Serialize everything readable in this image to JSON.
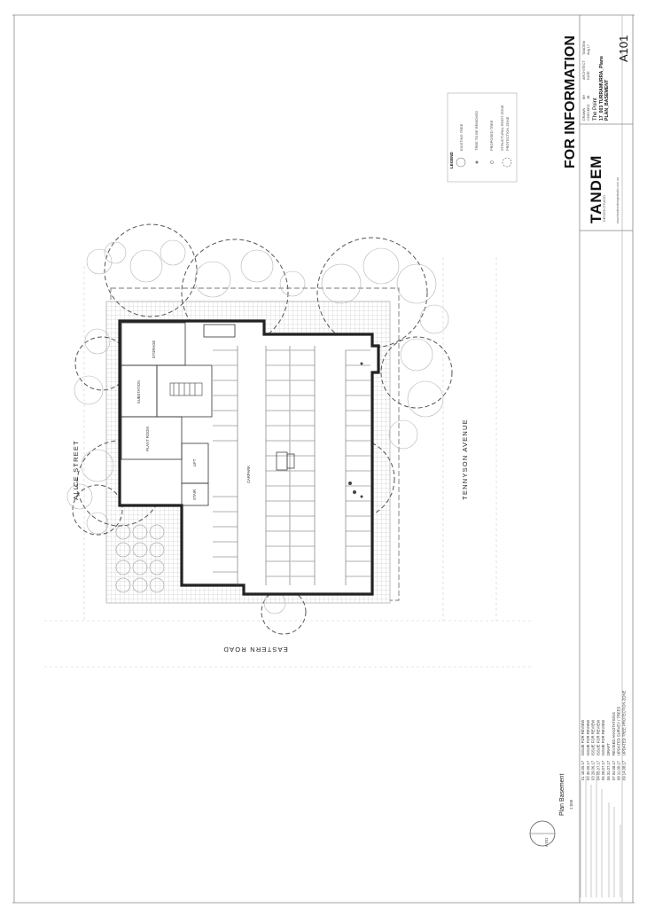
{
  "title_block": {
    "status": "FOR INFORMATION",
    "firm": "TANDEM",
    "firm_sub": "DESIGN STUDIO",
    "web": "www.tandemdesignstudio.com.au",
    "drawn_label": "DRAWN",
    "drawn_value": "BH",
    "checked_label": "CHECKED",
    "checked_value": "JB",
    "architect_label": "ARCHITECT",
    "architect_value": "TANDEM",
    "date_label": "DATE",
    "date_value": "Aug 17",
    "client": "The Point",
    "project": "17_003 TURRAMURRA_Plans",
    "sheet_title": "PLAN_BASEMENT",
    "drawing_number": "A101"
  },
  "legend": {
    "heading": "LEGEND",
    "items": [
      {
        "label": "EXISTING TREE"
      },
      {
        "label": "TREE TO BE REMOVED"
      },
      {
        "label": "PROPOSED TREE"
      },
      {
        "label": "STRUCTURAL ROOT ZONE"
      },
      {
        "label": "PROTECTION ZONE"
      }
    ]
  },
  "streets": {
    "north": "ALICE STREET",
    "east": "TENNYSON AVENUE",
    "south": "EASTERN ROAD"
  },
  "rooms": {
    "storage": "STORAGE",
    "substation": "SUBSTATION",
    "plant": "PLANT ROOM",
    "carpark": "CARPARK",
    "lift": "LIFT",
    "stair": "STAIR"
  },
  "plan_label": {
    "title": "Plan Basement",
    "scale": "1:500",
    "ref": "A101"
  },
  "revisions": [
    {
      "rev": "01",
      "date": "18.05.17",
      "desc": "ISSUE FOR REVIEW"
    },
    {
      "rev": "02",
      "date": "30.05.17",
      "desc": "ISSUE FOR REVIEW"
    },
    {
      "rev": "03",
      "date": "29.06.17",
      "desc": "ISSUE FOR REVIEW"
    },
    {
      "rev": "04",
      "date": "05.07.17",
      "desc": "ISSUE FOR REVIEW"
    },
    {
      "rev": "05",
      "date": "28.07.17",
      "desc": "ISSUE FOR REVIEW"
    },
    {
      "rev": "06",
      "date": "31.07.17",
      "desc": "DRAFT"
    },
    {
      "rev": "07",
      "date": "04.08.17",
      "desc": "REVISED ANNOTATIONS"
    },
    {
      "rev": "08",
      "date": "11.08.17",
      "desc": "UPDATED SURVEY / TREES"
    },
    {
      "rev": "09",
      "date": "14.08.17",
      "desc": "UPDATED TREE PROTECTION ZONE"
    }
  ]
}
